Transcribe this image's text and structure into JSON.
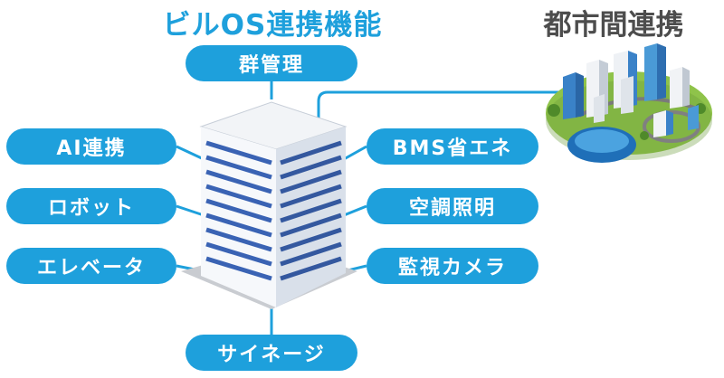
{
  "title": "ビルOS連携機能",
  "city_label": "都市間連携",
  "functions": {
    "top": "群管理",
    "bottom": "サイネージ",
    "left": [
      "AI連携",
      "ロボット",
      "エレベータ"
    ],
    "right": [
      "BMS省エネ",
      "空調照明",
      "監視カメラ"
    ]
  },
  "colors": {
    "accent": "#1ea0dc",
    "city_text": "#4d4d4d",
    "building_face": "#e9eef5",
    "window": "#3a63b4"
  },
  "icons": {
    "building": "office-building-icon",
    "city": "city-island-icon"
  }
}
